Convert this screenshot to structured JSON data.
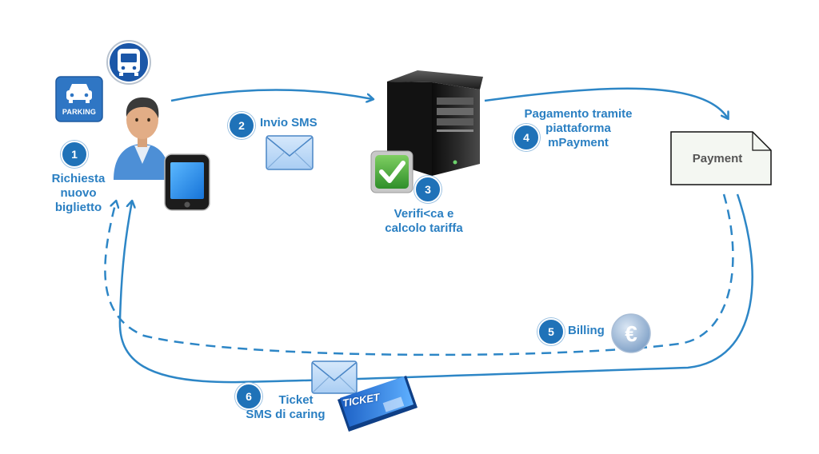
{
  "steps": {
    "s1": {
      "number": "1",
      "lines": [
        "Richiesta",
        "nuovo",
        "biglietto"
      ]
    },
    "s2": {
      "number": "2",
      "label": "Invio SMS"
    },
    "s3": {
      "number": "3",
      "lines": [
        "Verifi<ca e",
        "calcolo tariffa"
      ]
    },
    "s4": {
      "number": "4",
      "lines": [
        "Pagamento tramite",
        "piattaforma",
        "mPayment"
      ]
    },
    "s5": {
      "number": "5",
      "label": "Billing"
    },
    "s6": {
      "number": "6",
      "lines": [
        "Ticket",
        "SMS di caring"
      ]
    }
  },
  "payment_box": {
    "label": "Payment"
  },
  "parking_sign": {
    "label": "PARKING"
  },
  "ticket": {
    "label": "TICKET"
  },
  "euro_symbol": "€",
  "icons": [
    "bus-icon",
    "parking-icon",
    "user-icon",
    "smartphone-icon",
    "envelope-icon",
    "server-icon",
    "checkmark-icon",
    "document-icon",
    "euro-coin-icon",
    "ticket-icon"
  ],
  "colors": {
    "accent": "#2a7fc2",
    "badge": "#1f72b8",
    "arrow": "#2d86c6"
  }
}
